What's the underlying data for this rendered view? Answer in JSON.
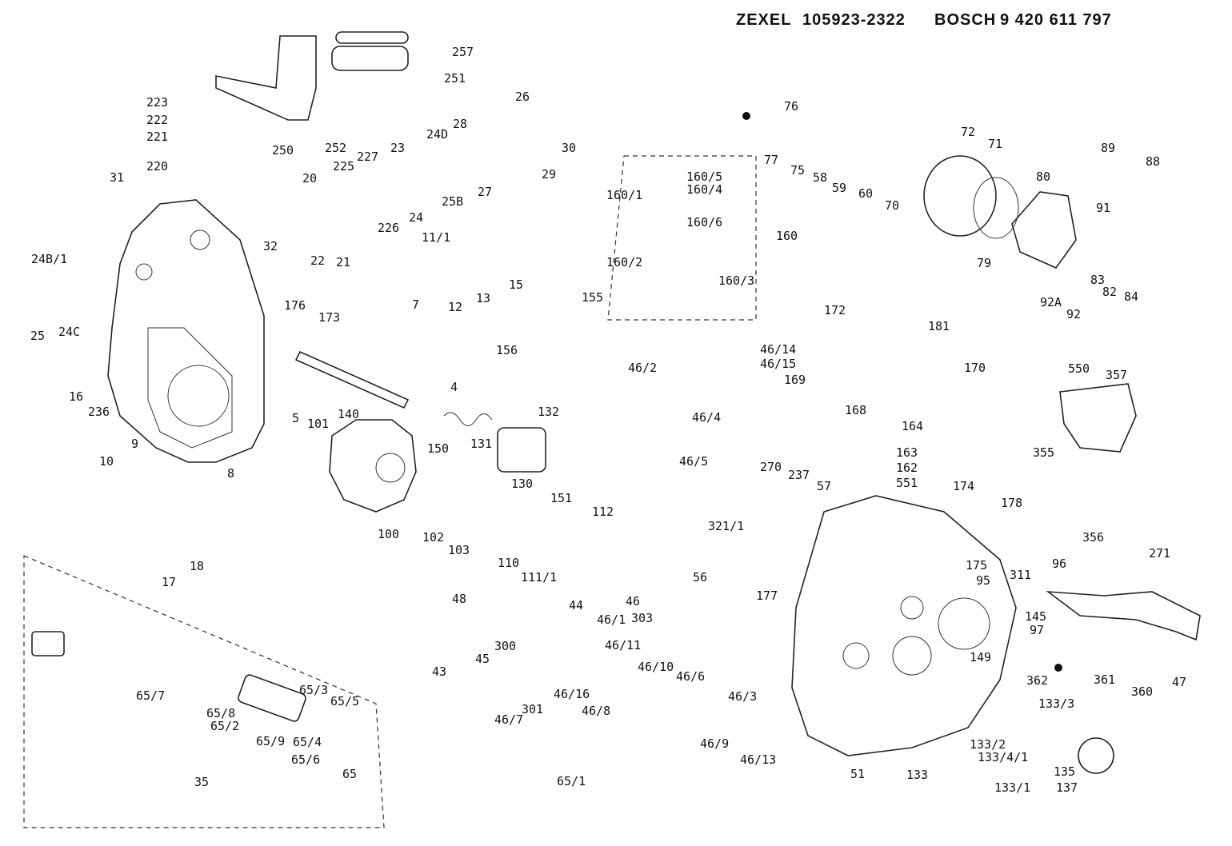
{
  "header": {
    "maker1": "ZEXEL",
    "part1": "105923-2322",
    "maker2": "BOSCH",
    "part2": "9 420 611 797"
  },
  "labels": [
    "257",
    "251",
    "223",
    "222",
    "221",
    "220",
    "250",
    "252",
    "26",
    "24D",
    "28",
    "23",
    "227",
    "225",
    "20",
    "226",
    "24",
    "25B",
    "27",
    "29",
    "30",
    "31",
    "32",
    "22",
    "21",
    "24B/1",
    "25",
    "24C",
    "16",
    "236",
    "11/1",
    "7",
    "12",
    "13",
    "15",
    "155",
    "176",
    "173",
    "5",
    "140",
    "4",
    "156",
    "132",
    "101",
    "150",
    "131",
    "130",
    "151",
    "9",
    "10",
    "8",
    "100",
    "102",
    "103",
    "110",
    "111/1",
    "112",
    "18",
    "17",
    "160/5",
    "160/4",
    "160/1",
    "160/6",
    "160",
    "160/2",
    "160/3",
    "46/2",
    "46/14",
    "46/15",
    "46/4",
    "46/5",
    "76",
    "77",
    "75",
    "58",
    "59",
    "60",
    "70",
    "72",
    "71",
    "79",
    "80",
    "89",
    "88",
    "91",
    "83",
    "82",
    "84",
    "92A",
    "92",
    "172",
    "181",
    "170",
    "169",
    "168",
    "164",
    "163",
    "162",
    "551",
    "550",
    "357",
    "355",
    "356",
    "271",
    "270",
    "237",
    "57",
    "321/1",
    "56",
    "177",
    "174",
    "178",
    "175",
    "311",
    "95",
    "96",
    "145",
    "97",
    "149",
    "362",
    "361",
    "360",
    "47",
    "48",
    "43",
    "45",
    "44",
    "46/1",
    "46",
    "303",
    "300",
    "301",
    "46/7",
    "46/16",
    "46/11",
    "46/10",
    "46/6",
    "46/8",
    "46/3",
    "46/9",
    "46/13",
    "65/1",
    "65/7",
    "65/8",
    "65/2",
    "65/9",
    "65/3",
    "65/5",
    "65/4",
    "65/6",
    "65",
    "35",
    "51",
    "133",
    "133/3",
    "133/2",
    "133/4/1",
    "133/1",
    "135",
    "137"
  ]
}
